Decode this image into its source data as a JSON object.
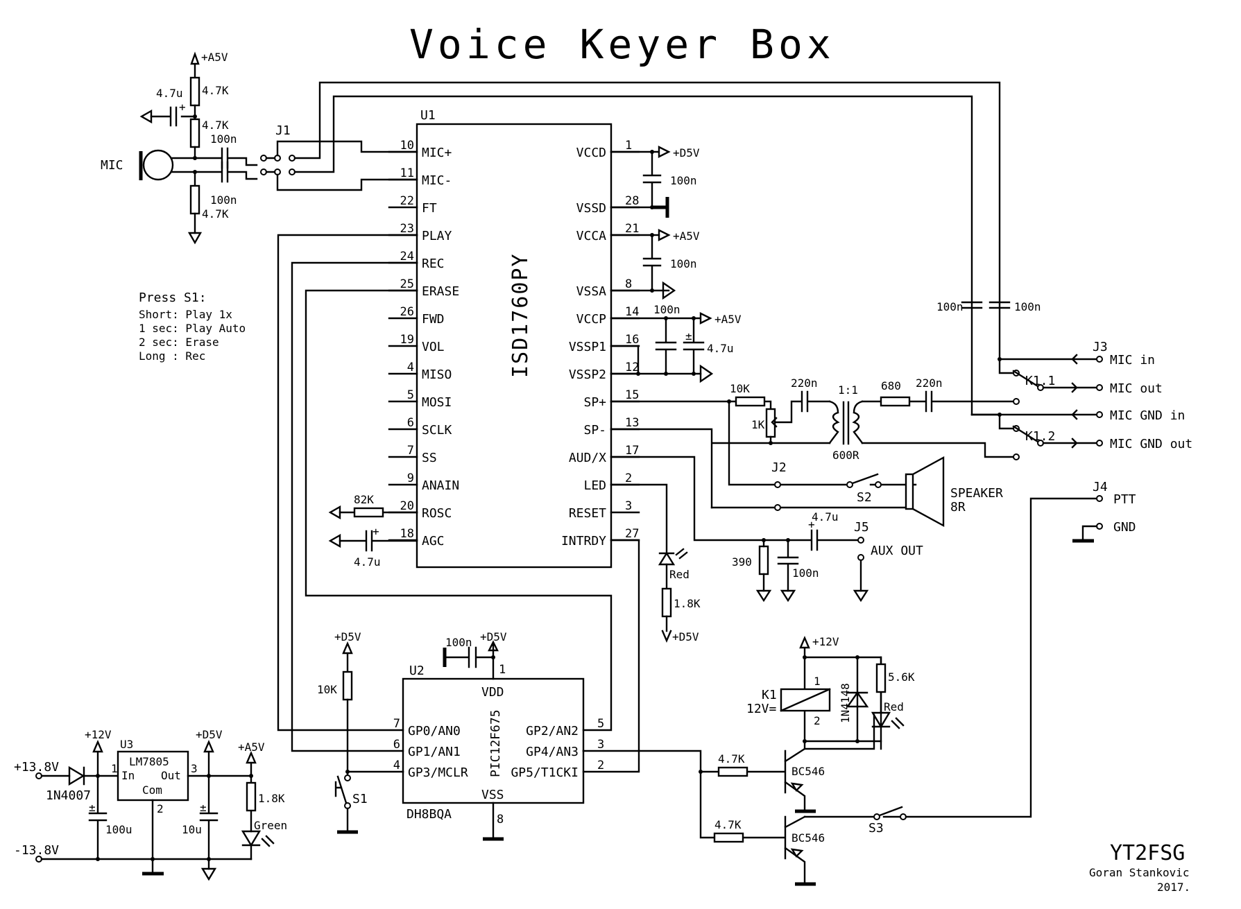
{
  "title": "Voice Keyer Box",
  "author": {
    "callsign": "YT2FSG",
    "name": "Goran Stankovic",
    "year": "2017."
  },
  "notes": {
    "heading": "Press S1:",
    "lines": [
      "Short: Play 1x",
      "1 sec: Play Auto",
      "2 sec: Erase",
      "Long : Rec"
    ]
  },
  "u1": {
    "ref": "U1",
    "part": "ISD1760PY",
    "left_pins": [
      {
        "num": "10",
        "name": "MIC+"
      },
      {
        "num": "11",
        "name": "MIC-"
      },
      {
        "num": "22",
        "name": "FT"
      },
      {
        "num": "23",
        "name": "PLAY"
      },
      {
        "num": "24",
        "name": "REC"
      },
      {
        "num": "25",
        "name": "ERASE"
      },
      {
        "num": "26",
        "name": "FWD"
      },
      {
        "num": "19",
        "name": "VOL"
      },
      {
        "num": "4",
        "name": "MISO"
      },
      {
        "num": "5",
        "name": "MOSI"
      },
      {
        "num": "6",
        "name": "SCLK"
      },
      {
        "num": "7",
        "name": "SS"
      },
      {
        "num": "9",
        "name": "ANAIN"
      },
      {
        "num": "20",
        "name": "ROSC"
      },
      {
        "num": "18",
        "name": "AGC"
      }
    ],
    "right_pins": [
      {
        "num": "1",
        "name": "VCCD"
      },
      {
        "num": "",
        "name": ""
      },
      {
        "num": "28",
        "name": "VSSD"
      },
      {
        "num": "21",
        "name": "VCCA"
      },
      {
        "num": "",
        "name": ""
      },
      {
        "num": "8",
        "name": "VSSA"
      },
      {
        "num": "14",
        "name": "VCCP"
      },
      {
        "num": "16",
        "name": "VSSP1"
      },
      {
        "num": "12",
        "name": "VSSP2"
      },
      {
        "num": "15",
        "name": "SP+"
      },
      {
        "num": "13",
        "name": "SP-"
      },
      {
        "num": "17",
        "name": "AUD/X"
      },
      {
        "num": "2",
        "name": "LED"
      },
      {
        "num": "3",
        "name": "RESET"
      },
      {
        "num": "27",
        "name": "INTRDY"
      }
    ]
  },
  "u2": {
    "ref": "U2",
    "part": "PIC12F675",
    "maker": "DH8BQA",
    "vdd": "VDD",
    "vss": "VSS",
    "vdd_pin": "1",
    "vss_pin": "8",
    "left_pins": [
      {
        "num": "7",
        "name": "GP0/AN0"
      },
      {
        "num": "6",
        "name": "GP1/AN1"
      },
      {
        "num": "4",
        "name": "GP3/MCLR"
      }
    ],
    "right_pins": [
      {
        "num": "5",
        "name": "GP2/AN2"
      },
      {
        "num": "3",
        "name": "GP4/AN3"
      },
      {
        "num": "2",
        "name": "GP5/T1CKI"
      }
    ]
  },
  "u3": {
    "ref": "U3",
    "part": "LM7805",
    "in": "In",
    "out": "Out",
    "com": "Com",
    "pin_in": "1",
    "pin_com": "2",
    "pin_out": "3"
  },
  "mic": {
    "label": "MIC",
    "r_top": "4.7K",
    "r_mid": "4.7K",
    "r_bot": "4.7K",
    "c_bias": "4.7u",
    "c_top": "100n",
    "c_bot": "100n",
    "rail": "+A5V",
    "j1": "J1"
  },
  "decoupling": {
    "vccd_rail": "+D5V",
    "vccd_cap": "100n",
    "vcca_rail": "+A5V",
    "vcca_cap": "100n",
    "vccp_rail": "+A5V",
    "vccp_cap": "100n",
    "vccp_elec": "4.7u"
  },
  "rosc": {
    "r": "82K"
  },
  "agc": {
    "c": "4.7u"
  },
  "audio": {
    "r_in": "10K",
    "pot": "1K",
    "c1": "220n",
    "xfmr_ratio": "1:1",
    "xfmr_imp": "600R",
    "r_out": "680",
    "c2": "220n",
    "c_mic1": "100n",
    "c_mic2": "100n",
    "j2": "J2",
    "s2": "S2",
    "speaker": "SPEAKER",
    "speaker_imp": "8R"
  },
  "aux": {
    "c": "4.7u",
    "r": "390",
    "c_filter": "100n",
    "jack": "J5",
    "label": "AUX OUT"
  },
  "led": {
    "color": "Red",
    "r": "1.8K",
    "rail": "+D5V"
  },
  "j3": {
    "ref": "J3",
    "pins": [
      "MIC in",
      "MIC out",
      "MIC GND in",
      "MIC GND out"
    ],
    "k11": "K1.1",
    "k12": "K1.2"
  },
  "j4": {
    "ref": "J4",
    "pins": [
      "PTT",
      "GND"
    ]
  },
  "s1": {
    "ref": "S1",
    "r": "10K",
    "rail": "+D5V"
  },
  "u2_decoup": {
    "c": "100n",
    "rail": "+D5V"
  },
  "relay": {
    "ref": "K1",
    "coil": "12V=",
    "pin1": "1",
    "pin2": "2",
    "rail": "+12V",
    "diode": "1N4148",
    "r_led": "5.6K",
    "led": "Red",
    "q1": "BC546",
    "q2": "BC546",
    "rb1": "4.7K",
    "rb2": "4.7K",
    "s3": "S3"
  },
  "power": {
    "vin_pos": "+13.8V",
    "vin_neg": "-13.8V",
    "diode": "1N4007",
    "rail12": "+12V",
    "c_in": "100u",
    "c_out": "10u",
    "rail_d5": "+D5V",
    "rail_a5": "+A5V",
    "r_led": "1.8K",
    "led": "Green"
  }
}
